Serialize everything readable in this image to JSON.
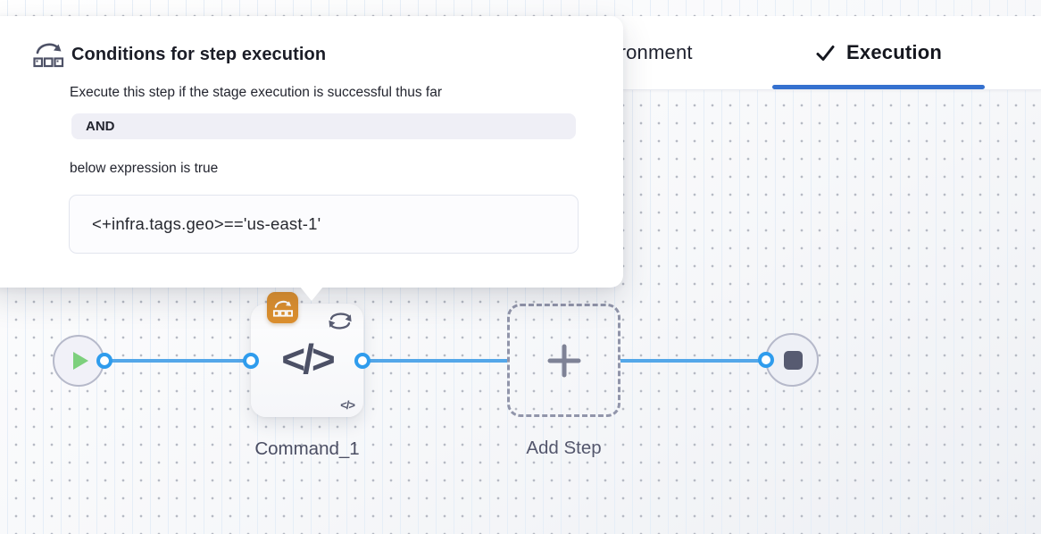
{
  "popover": {
    "icon_name": "conditional-execution-icon",
    "title": "Conditions for step execution",
    "description": "Execute this step if the stage execution is successful thus far",
    "operator_label": "AND",
    "expression_intro": "below expression is true",
    "expression": "<+infra.tags.geo>=='us-east-1'"
  },
  "tabs": {
    "environment": "Environment",
    "execution": "Execution",
    "active_tab": "Execution"
  },
  "pipeline": {
    "command_step_label": "Command_1",
    "add_step_label": "Add Step",
    "code_glyph": "</>",
    "mini_code_glyph": "</>"
  },
  "colors": {
    "tab_underline_blue": "#3571cf",
    "connector_line_blue": "#54a7e9",
    "port_ring_blue": "#2f9ced",
    "badge_orange": "#dc8f2e",
    "play_green": "#7dd07d",
    "node_icon_slate": "#4c5066",
    "pill_background": "#efeff6"
  }
}
